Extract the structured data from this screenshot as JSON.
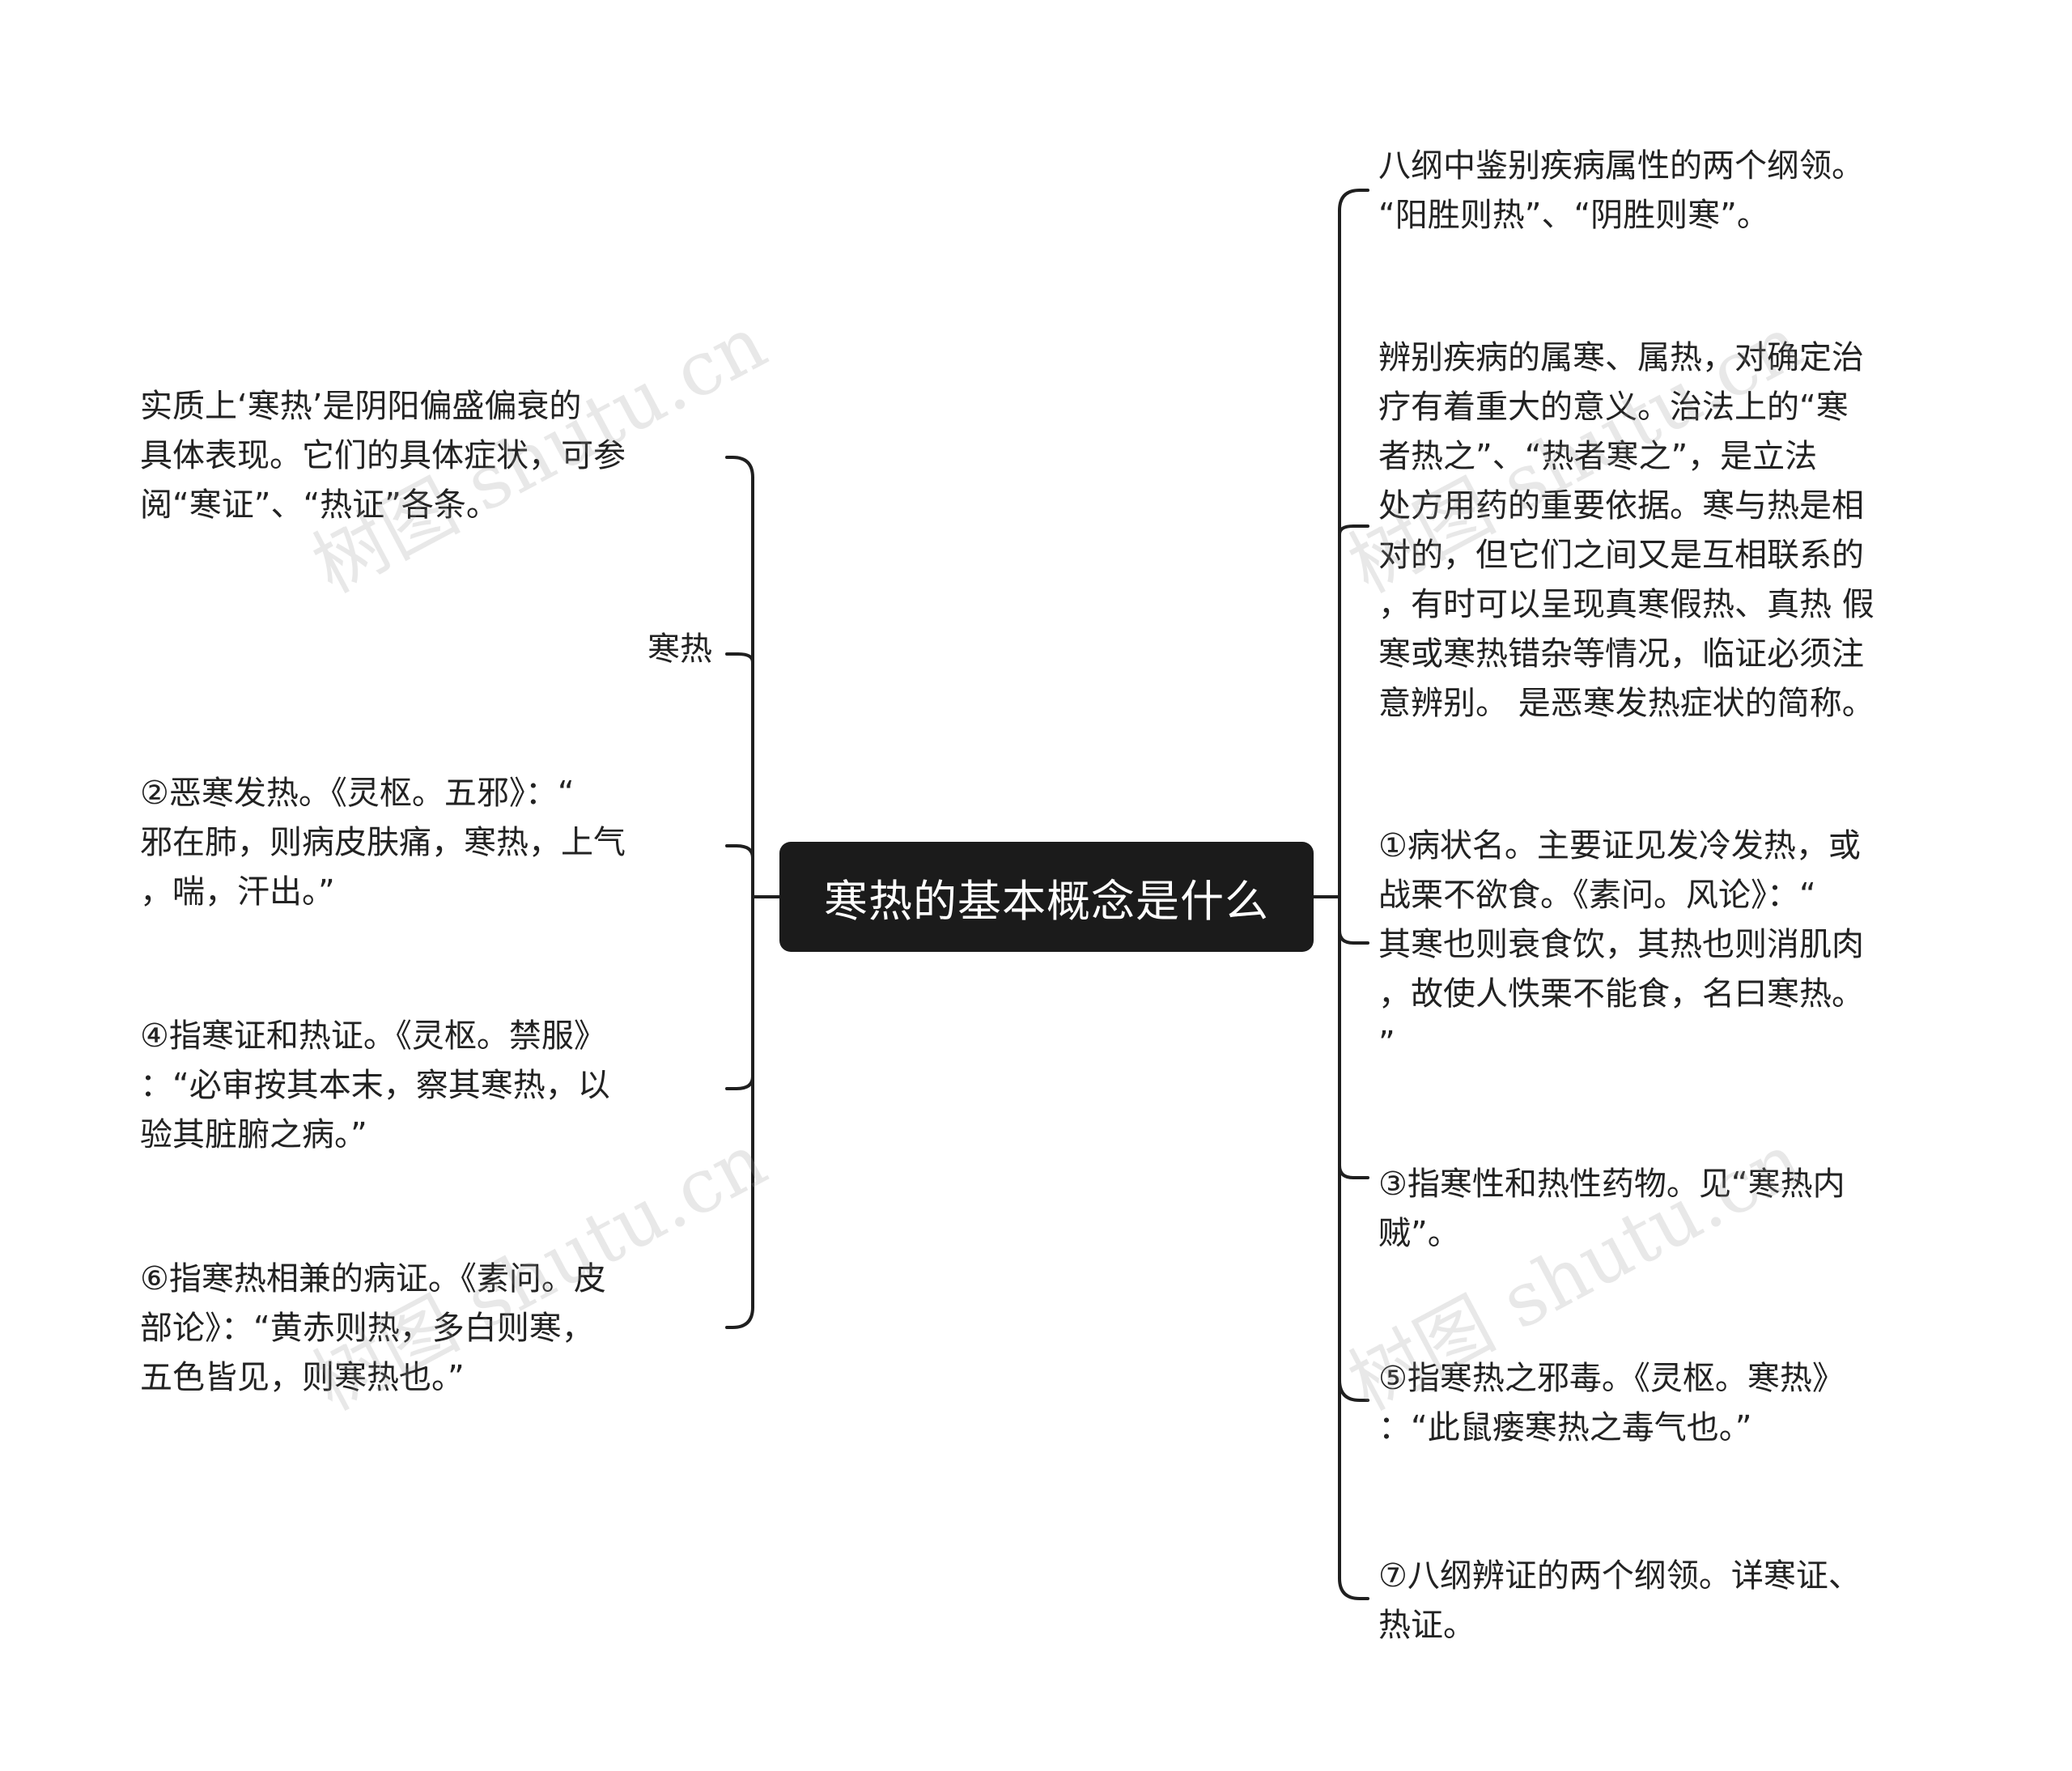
{
  "diagram": {
    "center": {
      "title": "寒热的基本概念是什么"
    },
    "left_nodes": [
      {
        "id": "l1",
        "lines": [
          "实质上‘寒热’是阴阳偏盛偏衰的",
          "具体表现。它们的具体症状，可参",
          "阅“寒证”、“热证”各条。"
        ]
      },
      {
        "id": "l2",
        "lines": [
          "寒热"
        ]
      },
      {
        "id": "l3",
        "lines": [
          "②恶寒发热。《灵枢。五邪》：“",
          "邪在肺，则病皮肤痛，寒热，上气",
          "，喘，汗出。”"
        ]
      },
      {
        "id": "l4",
        "lines": [
          "④指寒证和热证。《灵枢。禁服》",
          "：“必审按其本末，察其寒热，以",
          "验其脏腑之病。”"
        ]
      },
      {
        "id": "l5",
        "lines": [
          "⑥指寒热相兼的病证。《素问。皮",
          "部论》：“黄赤则热，多白则寒，",
          "五色皆见，则寒热也。”"
        ]
      }
    ],
    "right_nodes": [
      {
        "id": "r1",
        "lines": [
          "八纲中鉴别疾病属性的两个纲领。",
          "“阳胜则热”、“阴胜则寒”。"
        ]
      },
      {
        "id": "r2",
        "lines": [
          "辨别疾病的属寒、属热，对确定治",
          "疗有着重大的意义。治法上的“寒",
          "者热之”、“热者寒之”，是立法",
          "处方用药的重要依据。寒与热是相",
          "对的，但它们之间又是互相联系的",
          "，有时可以呈现真寒假热、真热 假",
          "寒或寒热错杂等情况，临证必须注",
          "意辨别。 是恶寒发热症状的简称。"
        ]
      },
      {
        "id": "r3",
        "lines": [
          "①病状名。主要证见发冷发热，或",
          "战栗不欲食。《素问。风论》：“",
          "其寒也则衰食饮，其热也则消肌肉",
          "，故使人怢栗不能食，名曰寒热。",
          "”"
        ]
      },
      {
        "id": "r4",
        "lines": [
          "③指寒性和热性药物。见“寒热内",
          "贼”。"
        ]
      },
      {
        "id": "r5",
        "lines": [
          "⑤指寒热之邪毒。《灵枢。寒热》",
          "：“此鼠瘘寒热之毒气也。”"
        ]
      },
      {
        "id": "r6",
        "lines": [
          "⑦八纲辨证的两个纲领。详寒证、",
          "热证。"
        ]
      }
    ],
    "watermark_text": "树图 shutu.cn",
    "colors": {
      "center_bg": "#1b1b1b",
      "center_text": "#ffffff",
      "line": "#1f1f1f",
      "text": "#222222"
    }
  }
}
